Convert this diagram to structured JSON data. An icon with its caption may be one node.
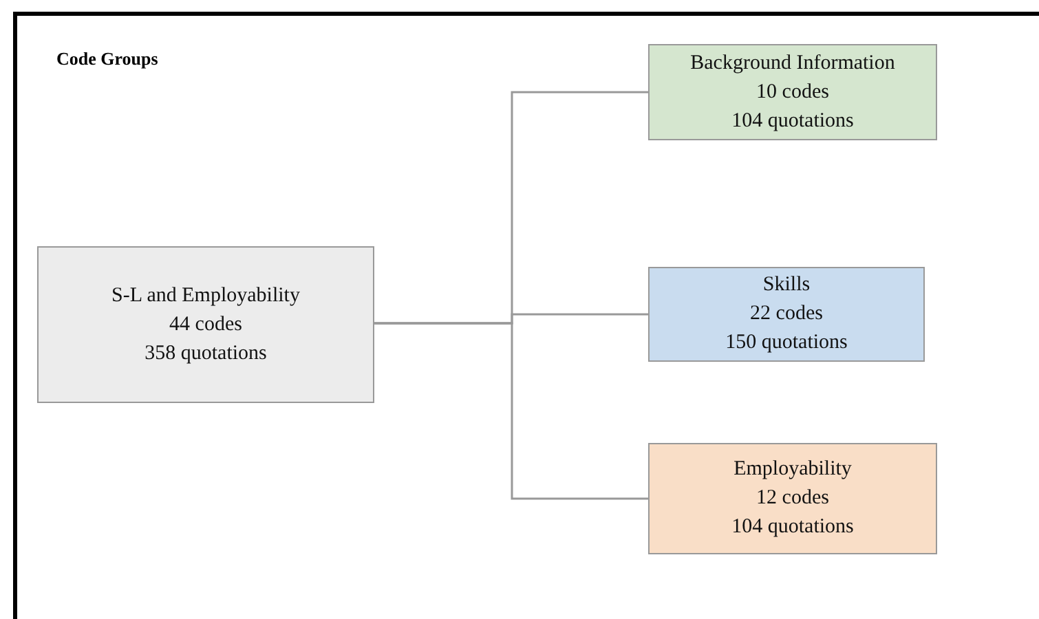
{
  "diagram": {
    "title": "Code Groups",
    "nodes": [
      {
        "text": [
          "S-L and Employability",
          "44 codes",
          "358 quotations"
        ]
      },
      {
        "text": [
          "Background Information",
          "10 codes",
          "104 quotations"
        ]
      },
      {
        "text": [
          "Skills",
          "22 codes",
          "150 quotations"
        ]
      },
      {
        "text": [
          "Employability",
          "12 codes",
          "104 quotations"
        ]
      }
    ],
    "edges": [
      {
        "from": 0,
        "to": 1,
        "arrow": "none"
      },
      {
        "from": 0,
        "to": 2,
        "arrow": "none"
      },
      {
        "from": 0,
        "to": 3,
        "arrow": "none"
      }
    ]
  }
}
